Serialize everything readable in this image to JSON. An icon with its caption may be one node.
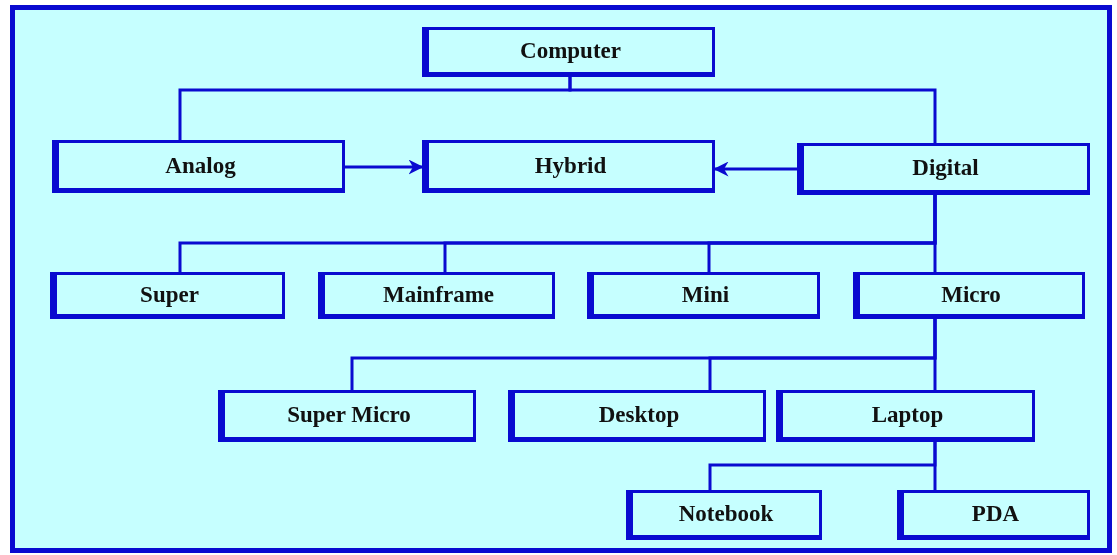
{
  "diagram": {
    "nodes": [
      {
        "text": [
          "Computer"
        ]
      },
      {
        "text": [
          "Analog"
        ]
      },
      {
        "text": [
          "Hybrid"
        ]
      },
      {
        "text": [
          "Digital"
        ]
      },
      {
        "text": [
          "Super"
        ]
      },
      {
        "text": [
          "Mainframe"
        ]
      },
      {
        "text": [
          "Mini"
        ]
      },
      {
        "text": [
          "Micro"
        ]
      },
      {
        "text": [
          "Super Micro"
        ]
      },
      {
        "text": [
          "Desktop"
        ]
      },
      {
        "text": [
          "Laptop"
        ]
      },
      {
        "text": [
          "Notebook"
        ]
      },
      {
        "text": [
          "PDA"
        ]
      }
    ],
    "edges": [
      {
        "from": 0,
        "to": 1,
        "arrow": "none"
      },
      {
        "from": 0,
        "to": 3,
        "arrow": "none"
      },
      {
        "from": 1,
        "to": 2,
        "arrow": "to"
      },
      {
        "from": 3,
        "to": 2,
        "arrow": "to"
      },
      {
        "from": 3,
        "to": 4,
        "arrow": "none"
      },
      {
        "from": 3,
        "to": 5,
        "arrow": "none"
      },
      {
        "from": 3,
        "to": 6,
        "arrow": "none"
      },
      {
        "from": 3,
        "to": 7,
        "arrow": "none"
      },
      {
        "from": 7,
        "to": 8,
        "arrow": "none"
      },
      {
        "from": 7,
        "to": 9,
        "arrow": "none"
      },
      {
        "from": 7,
        "to": 10,
        "arrow": "none"
      },
      {
        "from": 10,
        "to": 11,
        "arrow": "none"
      },
      {
        "from": 10,
        "to": 12,
        "arrow": "none"
      }
    ]
  }
}
